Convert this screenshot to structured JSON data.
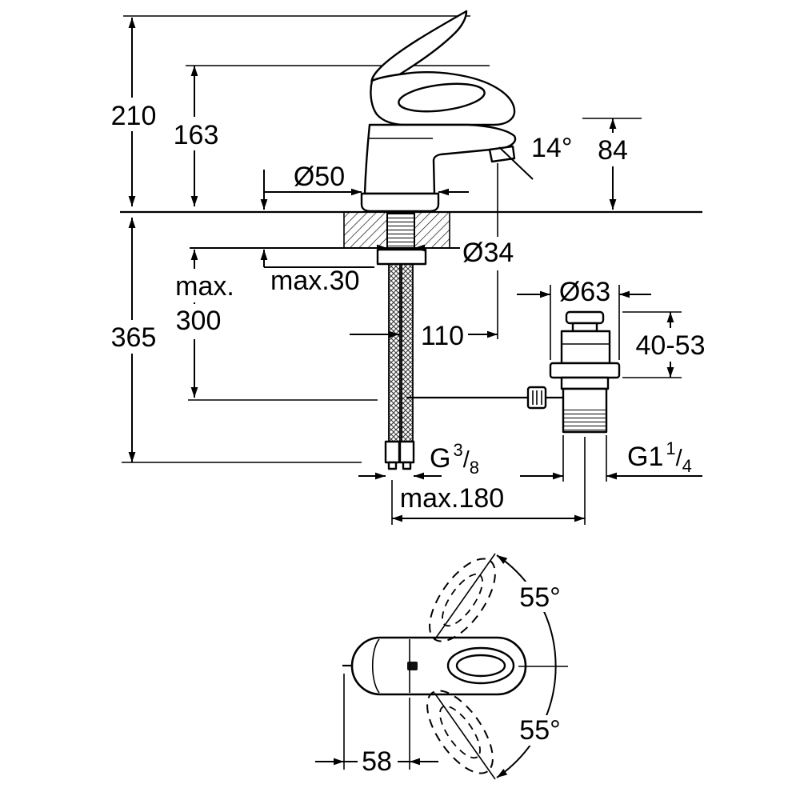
{
  "page": {
    "background": "#ffffff",
    "line_color": "#000000"
  },
  "labels": {
    "d210": "210",
    "d163": "163",
    "d365": "365",
    "max300_a": "max.",
    "max300_b": "300",
    "d50": "Ø50",
    "max30": "max.30",
    "d34": "Ø34",
    "d14": "14°",
    "d84": "84",
    "d110": "110",
    "d63": "Ø63",
    "d4053": "40-53",
    "g38": {
      "prefix": "G",
      "sup": "3",
      "slash": "/",
      "sub": "8"
    },
    "g114": {
      "prefix": "G1",
      "sup": "1",
      "slash": "/",
      "sub": "4"
    },
    "max180": "max.180",
    "a55_top": "55°",
    "a55_bottom": "55°",
    "d58": "58"
  }
}
